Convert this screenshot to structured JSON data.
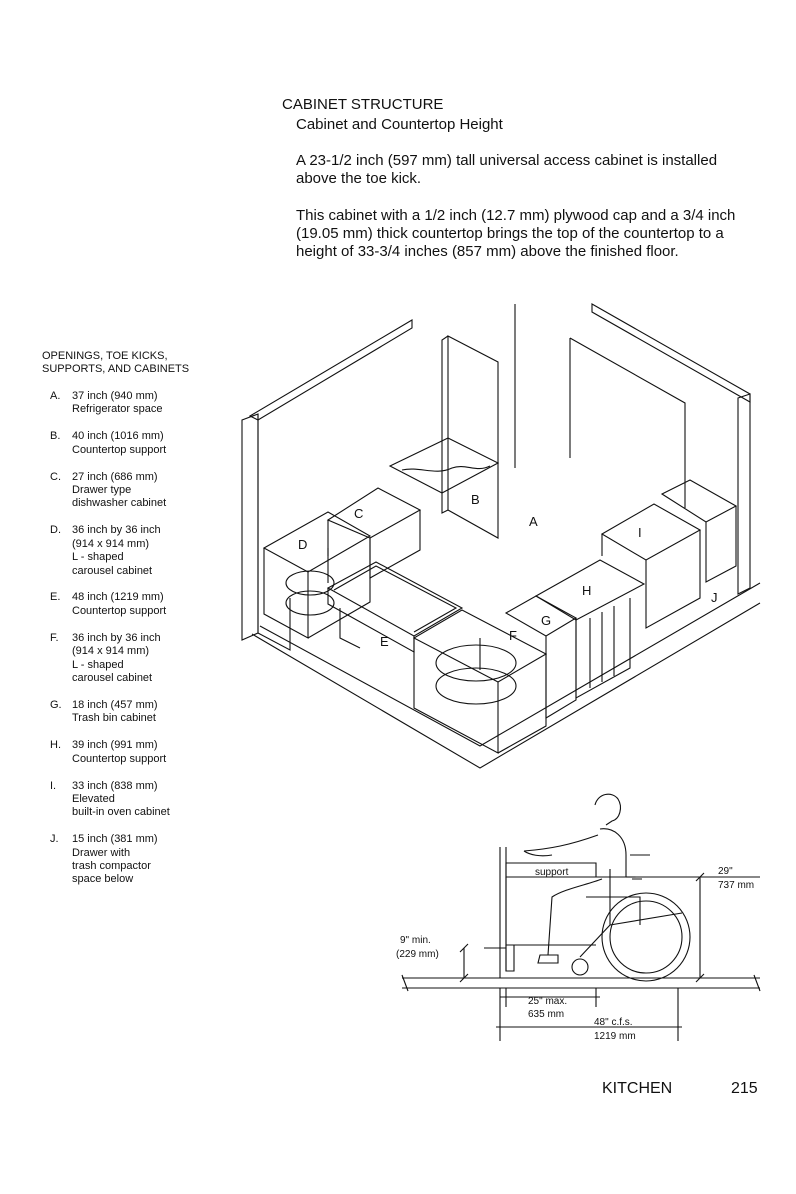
{
  "heading": {
    "title": "CABINET STRUCTURE",
    "subtitle": "Cabinet and Countertop Height"
  },
  "paragraphs": [
    "A 23-1/2 inch (597 mm) tall universal access cabinet is installed above the toe kick.",
    "This cabinet with a 1/2 inch (12.7 mm) plywood cap and a 3/4 inch (19.05 mm) thick countertop brings the top of the countertop to a height of 33-3/4 inches (857 mm) above the finished floor."
  ],
  "legend": {
    "title_lines": [
      "OPENINGS, TOE KICKS,",
      "SUPPORTS, AND CABINETS"
    ],
    "items": [
      {
        "letter": "A.",
        "lines": [
          "37 inch (940 mm)",
          "Refrigerator space"
        ]
      },
      {
        "letter": "B.",
        "lines": [
          "40 inch (1016 mm)",
          "Countertop support"
        ]
      },
      {
        "letter": "C.",
        "lines": [
          "27 inch (686 mm)",
          "Drawer type",
          "dishwasher cabinet"
        ]
      },
      {
        "letter": "D.",
        "lines": [
          "36 inch by 36 inch",
          "(914 x 914 mm)",
          "L - shaped",
          "carousel cabinet"
        ]
      },
      {
        "letter": "E.",
        "lines": [
          "48 inch (1219 mm)",
          "Countertop support"
        ]
      },
      {
        "letter": "F.",
        "lines": [
          "36 inch by 36 inch",
          "(914 x 914 mm)",
          "L - shaped",
          "carousel cabinet"
        ]
      },
      {
        "letter": "G.",
        "lines": [
          "18 inch (457 mm)",
          "Trash bin cabinet"
        ]
      },
      {
        "letter": "H.",
        "lines": [
          "39 inch (991 mm)",
          "Countertop support"
        ]
      },
      {
        "letter": "I.",
        "lines": [
          "33 inch (838 mm)",
          "Elevated",
          "built-in oven cabinet"
        ]
      },
      {
        "letter": "J.",
        "lines": [
          "15 inch (381 mm)",
          "Drawer with",
          "trash compactor",
          "space below"
        ]
      }
    ]
  },
  "plan_labels": {
    "a": "A",
    "b": "B",
    "c": "C",
    "d": "D",
    "e": "E",
    "f": "F",
    "g": "G",
    "h": "H",
    "i": "I",
    "j": "J"
  },
  "section_labels": {
    "support": "support",
    "height_in": "29\"",
    "height_mm": "737 mm",
    "toe_in": "9\" min.",
    "toe_mm": "(229 mm)",
    "depth_in": "25\" max.",
    "depth_mm": "635 mm",
    "clear_in": "48\" c.f.s.",
    "clear_mm": "1219 mm"
  },
  "footer": {
    "title": "KITCHEN",
    "page": "215"
  }
}
